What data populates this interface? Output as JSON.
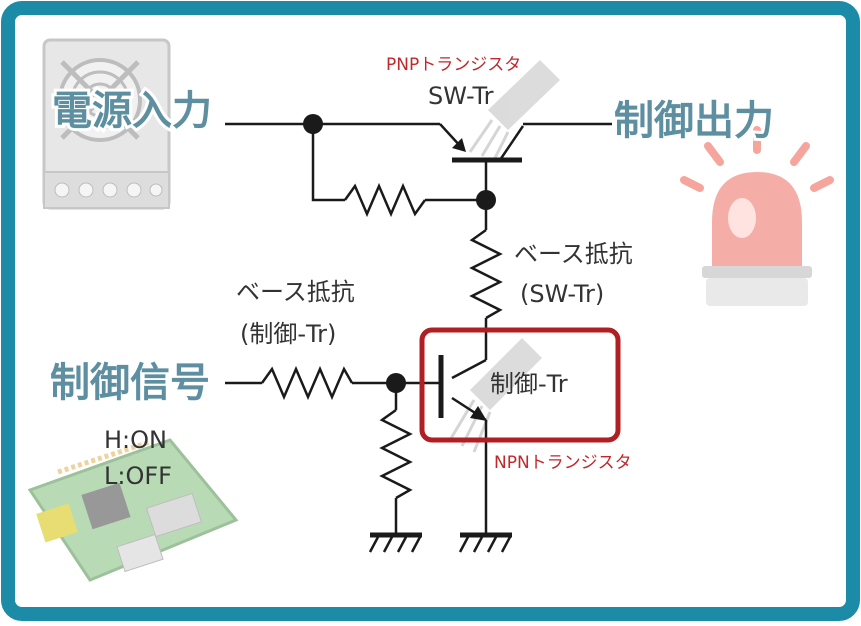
{
  "colors": {
    "border": "#1c8ba8",
    "wire": "#1a1a1a",
    "highlight_box": "#b01f24",
    "label_blue": "#5d8fa1",
    "red_text": "#c0282b"
  },
  "labels": {
    "power_input": "電源入力",
    "control_output": "制御出力",
    "control_signal": "制御信号",
    "sw_tr_type": "PNPトランジスタ",
    "sw_tr_name": "SW-Tr",
    "base_res_sw_line1": "ベース抵抗",
    "base_res_sw_line2": "(SW-Tr)",
    "base_res_ctrl_line1": "ベース抵抗",
    "base_res_ctrl_line2": "(制御-Tr)",
    "ctrl_tr_name": "制御-Tr",
    "ctrl_tr_type": "NPNトランジスタ",
    "signal_on": "H:ON",
    "signal_off": "L:OFF"
  },
  "icons": {
    "power_supply": "power-supply-icon",
    "warning_light": "rotating-warning-light-icon",
    "raspberry_pi": "raspberry-pi-board-icon",
    "transistor": "transistor-package-icon",
    "ground": "ground-symbol-icon"
  }
}
